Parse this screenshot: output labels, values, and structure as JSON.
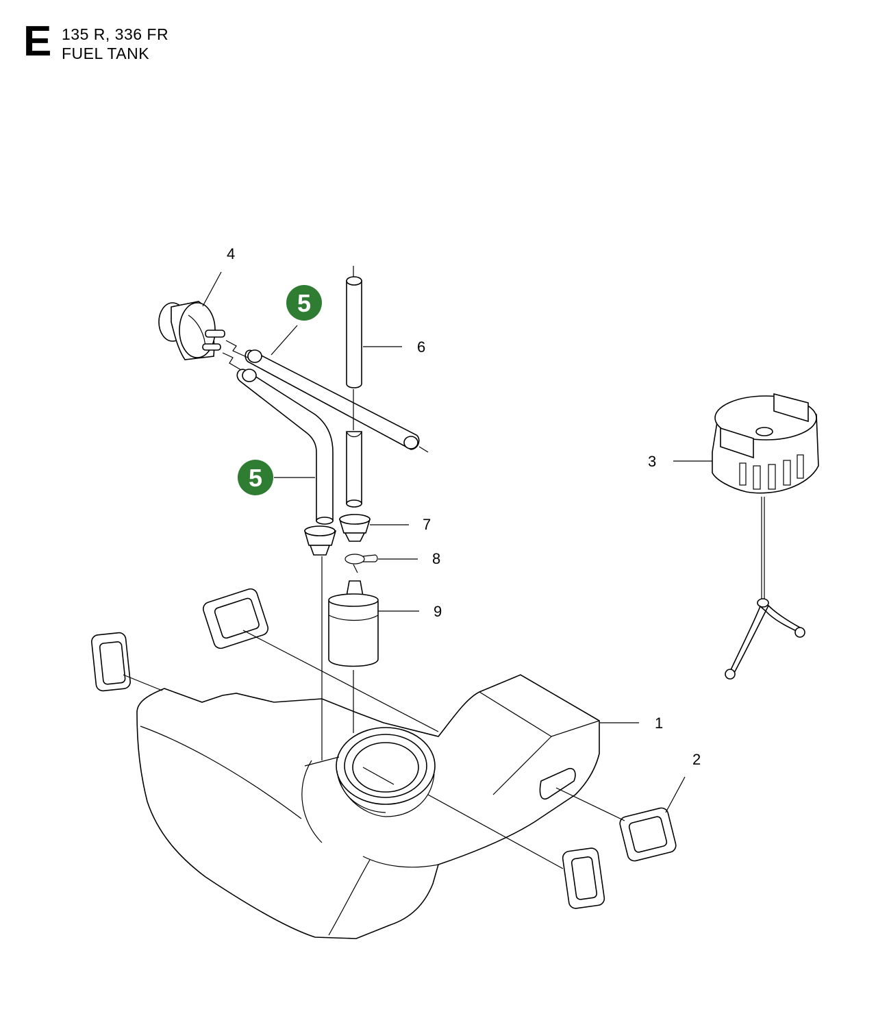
{
  "header": {
    "section_letter": "E",
    "model_line": "135 R, 336 FR",
    "title_line": "FUEL TANK"
  },
  "callouts": [
    {
      "id": "c1",
      "label": "1"
    },
    {
      "id": "c2",
      "label": "2"
    },
    {
      "id": "c3",
      "label": "3"
    },
    {
      "id": "c4",
      "label": "4"
    },
    {
      "id": "c6",
      "label": "6"
    },
    {
      "id": "c7",
      "label": "7"
    },
    {
      "id": "c8",
      "label": "8"
    },
    {
      "id": "c9",
      "label": "9"
    }
  ],
  "badges": [
    {
      "label": "5",
      "color": "#2e7d32"
    },
    {
      "label": "5",
      "color": "#2e7d32"
    }
  ]
}
